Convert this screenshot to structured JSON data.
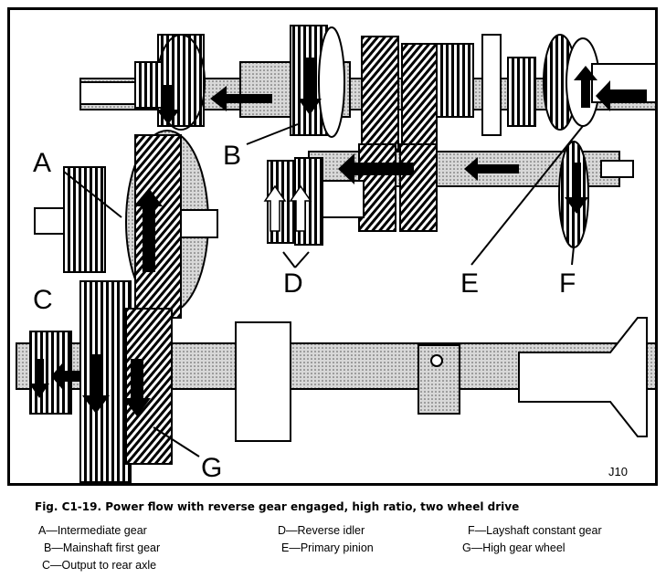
{
  "labels": {
    "A": "A",
    "B": "B",
    "C": "C",
    "D": "D",
    "E": "E",
    "F": "F",
    "G": "G",
    "code": "J10"
  },
  "caption": "Fig. C1-19.  Power flow with reverse gear engaged, high ratio, two wheel drive",
  "legend": {
    "a": "A—Intermediate gear",
    "b": "B—Mainshaft first gear",
    "c": "C—Output to rear axle",
    "d": "D—Reverse idler",
    "e": "E—Primary pinion",
    "f": "F—Layshaft constant gear",
    "g": "G—High gear wheel"
  },
  "colors": {
    "ink": "#000000",
    "paper": "#ffffff",
    "shade": "#bdbdbd"
  }
}
